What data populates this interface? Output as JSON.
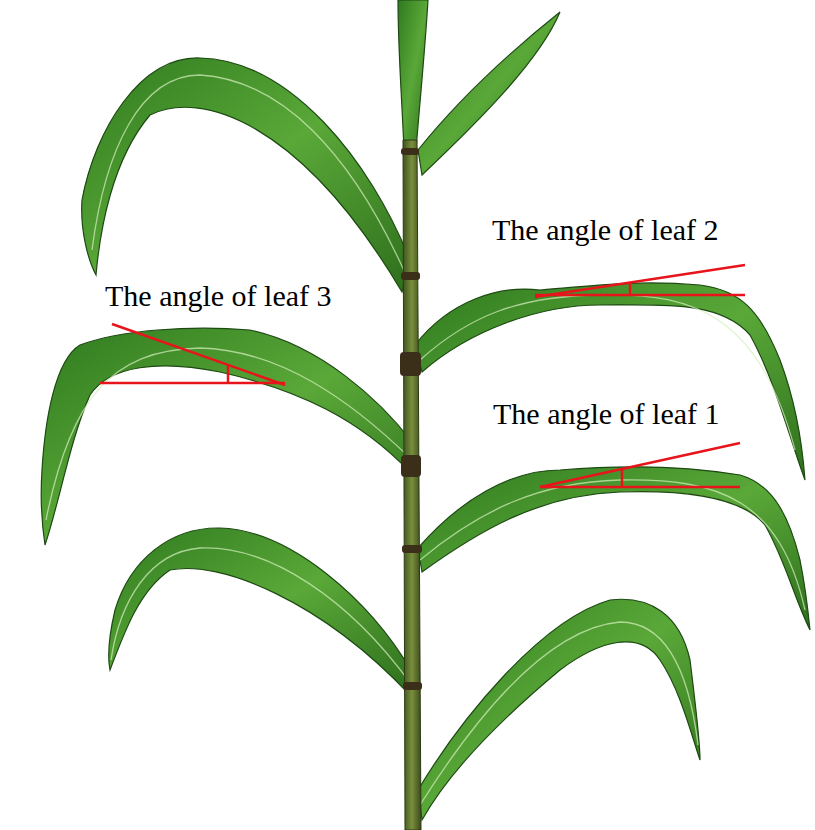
{
  "diagram": {
    "labels": [
      "The angle of leaf 2",
      "The angle of leaf 3",
      "The angle of leaf 1"
    ]
  }
}
